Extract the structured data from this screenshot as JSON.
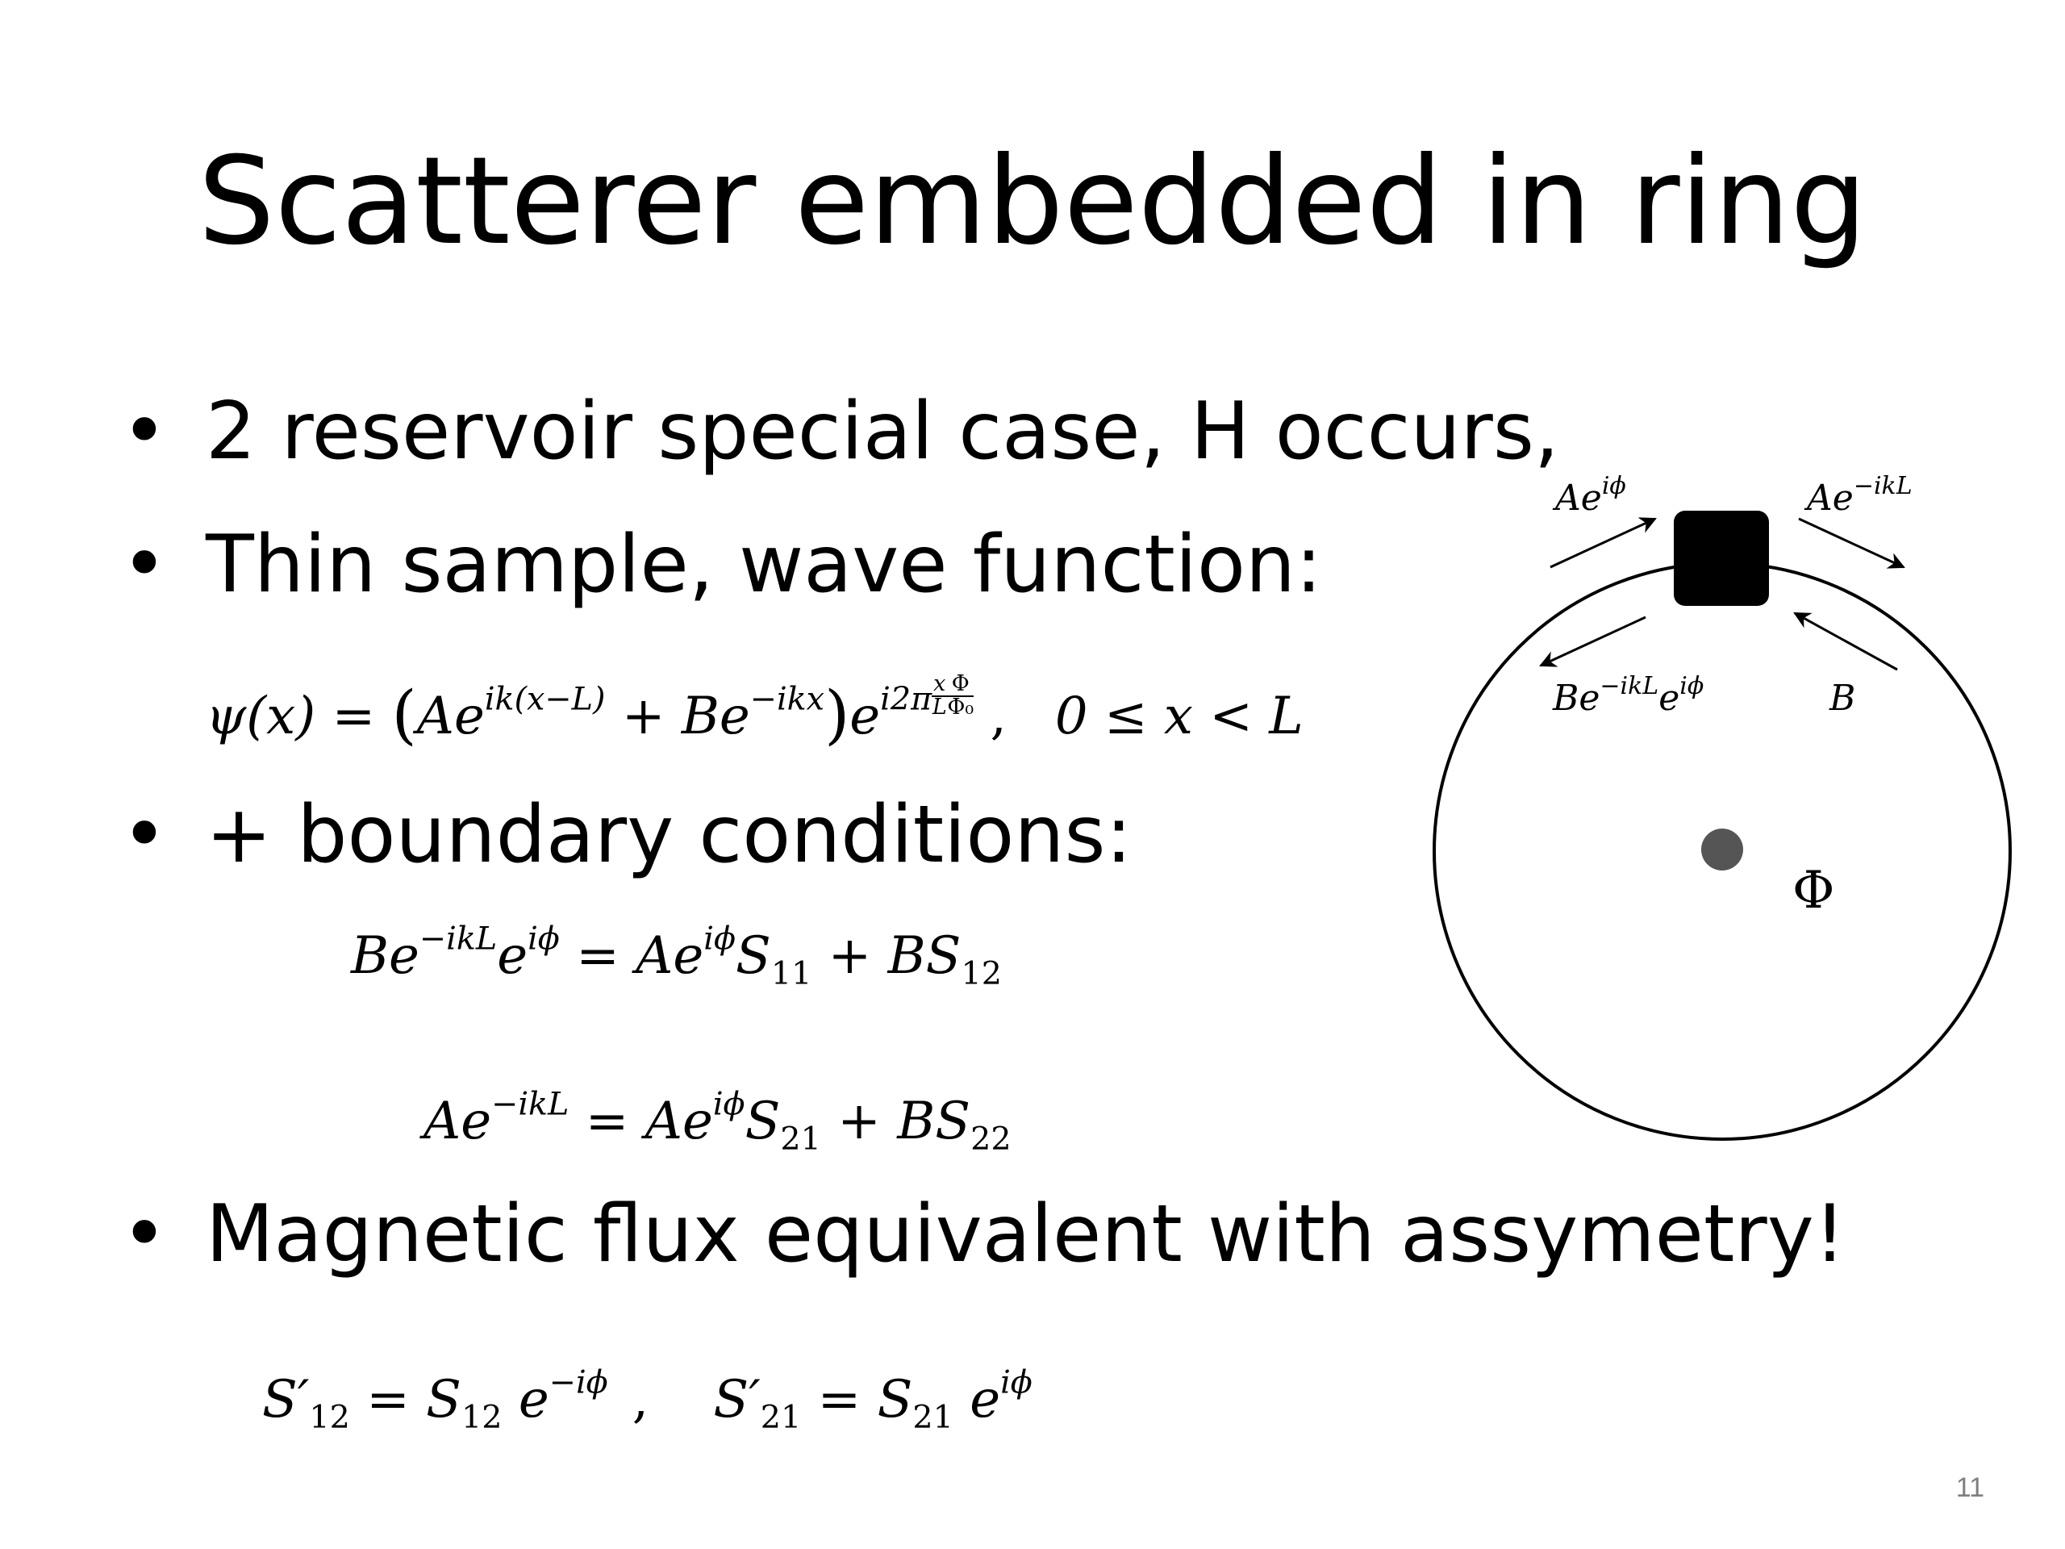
{
  "slide": {
    "title": "Scatterer embedded in ring",
    "bullet_char": "•",
    "bullets": [
      "2 reservoir special case, H occurs,",
      "Thin sample, wave function:",
      "+ boundary conditions:",
      "Magnetic flux equivalent with assymetry!"
    ],
    "page_number": "11"
  },
  "equations": {
    "wavefunction": {
      "lhs": "ψ(x) =",
      "term_a": "Ae",
      "term_a_exp": "ik(x−L)",
      "plus": "+",
      "term_b": "Be",
      "term_b_exp": "−ikx",
      "phase_base": "e",
      "phase_exp_prefix": "i2π",
      "frac1_num": "x",
      "frac1_den": "L",
      "frac2_num": "Φ",
      "frac2_den": "Φ₀",
      "comma": ",",
      "range": "0 ≤ x < L"
    },
    "bc1": {
      "lhs_b": "Be",
      "lhs_b_exp": "−ikL",
      "lhs_e": "e",
      "lhs_e_exp": "iϕ",
      "eq": "=",
      "rhs_a": "Ae",
      "rhs_a_exp": "iϕ",
      "rhs_s1": "S",
      "rhs_s1_sub": "11",
      "plus": "+",
      "rhs_b": "BS",
      "rhs_b_sub": "12"
    },
    "bc2": {
      "lhs_a": "Ae",
      "lhs_a_exp": "−ikL",
      "eq": "=",
      "rhs_a": "Ae",
      "rhs_a_exp": "iϕ",
      "rhs_s": "S",
      "rhs_s_sub": "21",
      "plus": "+",
      "rhs_b": "BS",
      "rhs_b_sub": "22"
    },
    "flux": {
      "s12p": "S′",
      "s12p_sub": "12",
      "eq1": "=",
      "s12": "S",
      "s12_sub": "12",
      "e1": "e",
      "e1_exp": "−iϕ",
      "comma": ",",
      "s21p": "S′",
      "s21p_sub": "21",
      "eq2": "=",
      "s21": "S",
      "s21_sub": "21",
      "e2": "e",
      "e2_exp": "iϕ"
    }
  },
  "diagram": {
    "label_top_left": "Ae",
    "label_top_left_exp": "iϕ",
    "label_top_right": "Ae",
    "label_top_right_exp": "−ikL",
    "label_bottom_left": "Be",
    "label_bottom_left_exp1": "−ikL",
    "label_bottom_left_e": "e",
    "label_bottom_left_exp2": "iϕ",
    "label_bottom_right": "B",
    "flux_label": "Φ",
    "colors": {
      "ring": "#000000",
      "scatterer": "#000000",
      "flux_dot": "#555555"
    }
  }
}
